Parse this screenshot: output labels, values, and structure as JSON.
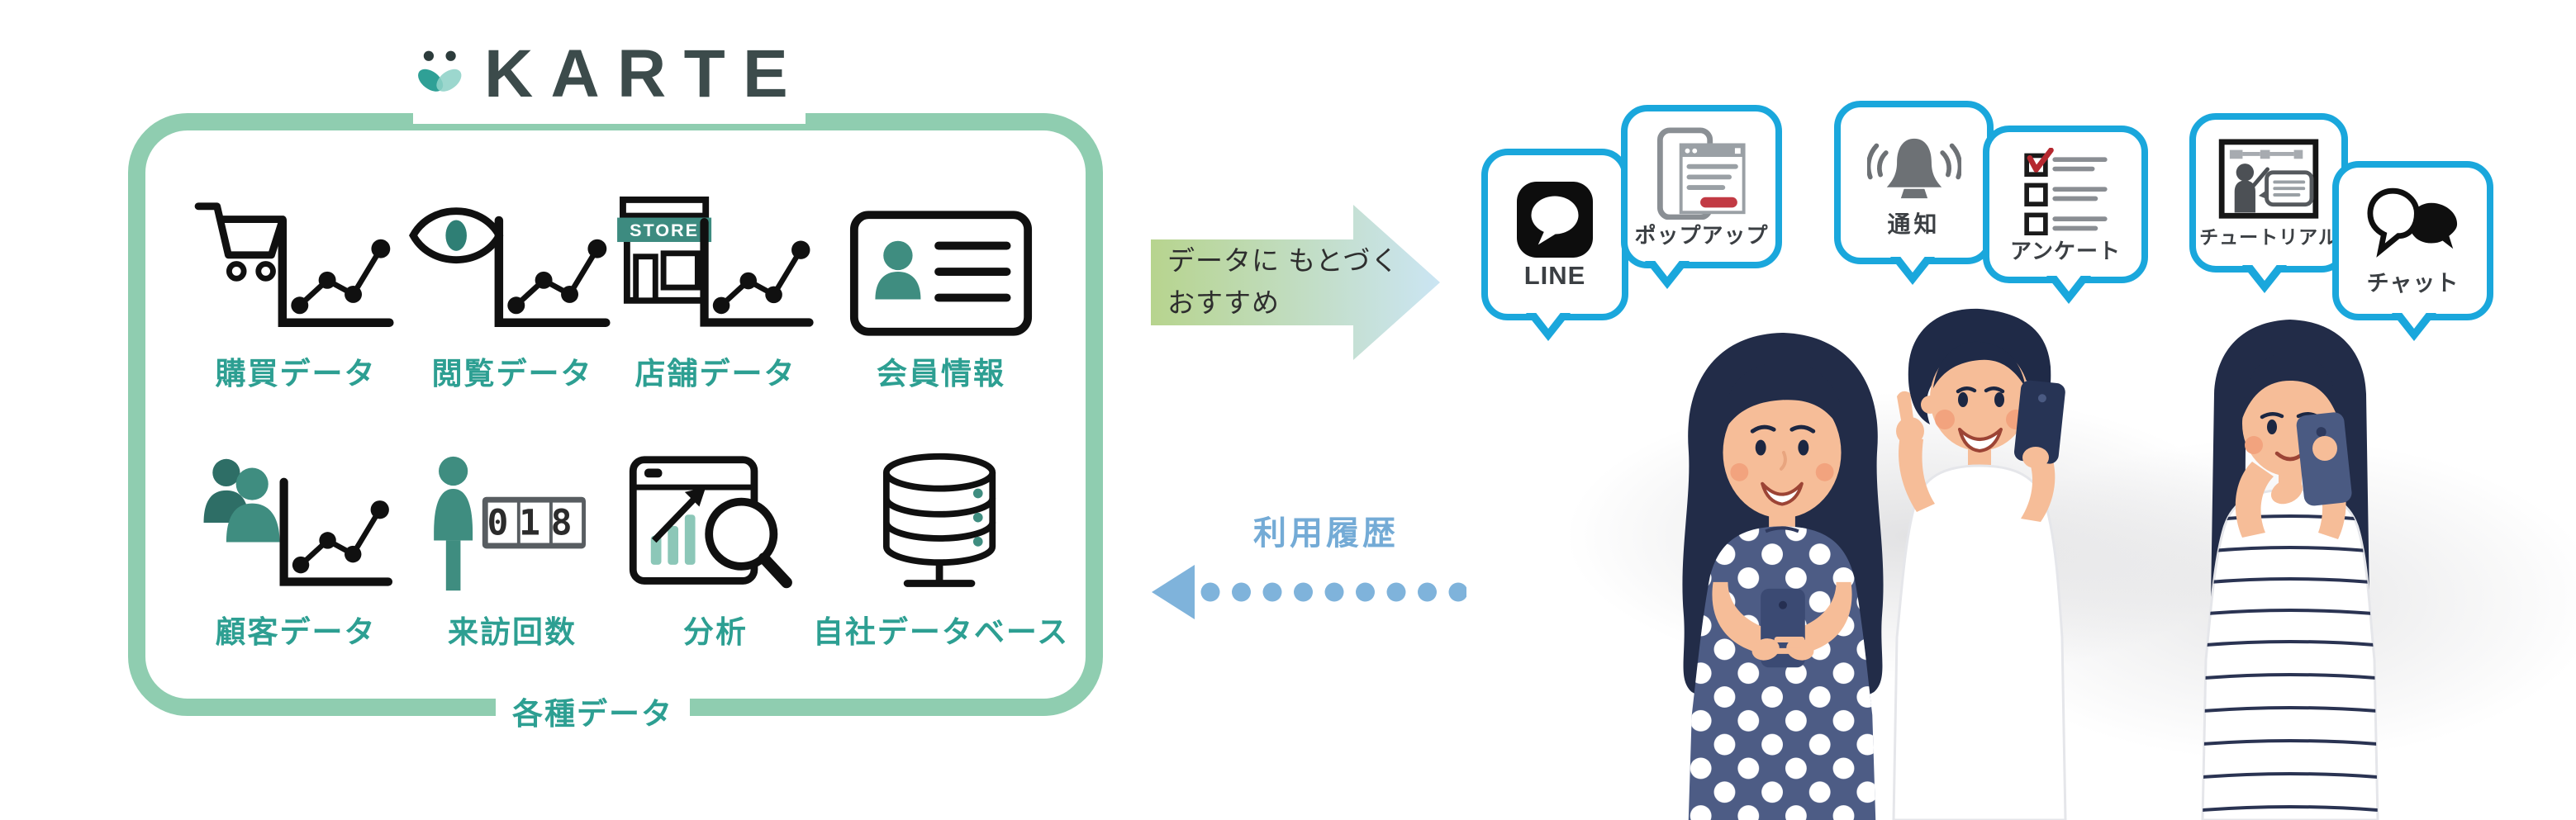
{
  "brand": {
    "name": "KARTE"
  },
  "source_box": {
    "footer_label": "各種データ",
    "items": [
      {
        "label": "購買データ",
        "icon": "cart-chart-icon"
      },
      {
        "label": "閲覧データ",
        "icon": "eye-chart-icon"
      },
      {
        "label": "店舗データ",
        "icon": "store-chart-icon",
        "sign": "STORE"
      },
      {
        "label": "会員情報",
        "icon": "id-card-icon"
      },
      {
        "label": "顧客データ",
        "icon": "people-chart-icon"
      },
      {
        "label": "来訪回数",
        "icon": "visit-counter-icon",
        "counter": "018"
      },
      {
        "label": "分析",
        "icon": "analysis-icon"
      },
      {
        "label": "自社データベース",
        "icon": "database-icon"
      }
    ]
  },
  "flow_right": {
    "line1": "データに もとづく",
    "line2": "おすすめ"
  },
  "flow_left": {
    "label": "利用履歴"
  },
  "channels": [
    {
      "label": "LINE",
      "icon": "line-app-icon"
    },
    {
      "label": "ポップアップ",
      "icon": "popup-phone-icon"
    },
    {
      "label": "通知",
      "icon": "notification-bell-icon"
    },
    {
      "label": "アンケート",
      "icon": "survey-checklist-icon"
    },
    {
      "label": "チュートリアル",
      "icon": "tutorial-presenter-icon"
    },
    {
      "label": "チャット",
      "icon": "chat-bubbles-icon"
    }
  ],
  "colors": {
    "box_border_green": "#8fcdb0",
    "label_teal": "#2d9f92",
    "icon_teal": "#3f8d80",
    "bubble_border_blue": "#1aa7dc",
    "history_blue": "#7fb3db",
    "arrow_gradient_start": "#b7d48e",
    "arrow_gradient_end": "#cbe5f3",
    "logo_dark": "#3c4b4b"
  }
}
